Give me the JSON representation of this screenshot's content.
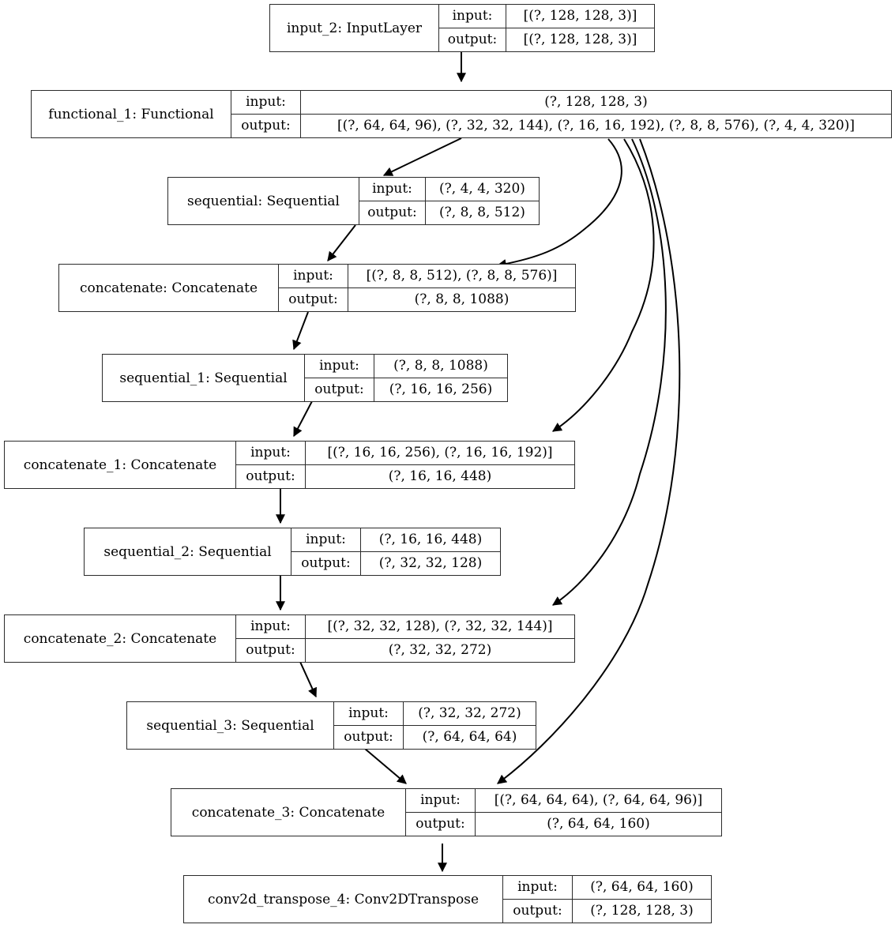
{
  "diagram": {
    "title": "Keras model architecture graph",
    "node_border_color": "#2b2b2b",
    "edge_color": "#000000",
    "background_color": "#ffffff",
    "io_keys": {
      "input": "input:",
      "output": "output:"
    },
    "nodes": [
      {
        "id": "input_2",
        "name": "input_2: InputLayer",
        "input": "[(?, 128, 128, 3)]",
        "output": "[(?, 128, 128, 3)]"
      },
      {
        "id": "functional_1",
        "name": "functional_1: Functional",
        "input": "(?, 128, 128, 3)",
        "output": "[(?, 64, 64, 96), (?, 32, 32, 144), (?, 16, 16, 192), (?, 8, 8, 576), (?, 4, 4, 320)]"
      },
      {
        "id": "sequential",
        "name": "sequential: Sequential",
        "input": "(?, 4, 4, 320)",
        "output": "(?, 8, 8, 512)"
      },
      {
        "id": "concatenate",
        "name": "concatenate: Concatenate",
        "input": "[(?, 8, 8, 512), (?, 8, 8, 576)]",
        "output": "(?, 8, 8, 1088)"
      },
      {
        "id": "sequential_1",
        "name": "sequential_1: Sequential",
        "input": "(?, 8, 8, 1088)",
        "output": "(?, 16, 16, 256)"
      },
      {
        "id": "concatenate_1",
        "name": "concatenate_1: Concatenate",
        "input": "[(?, 16, 16, 256), (?, 16, 16, 192)]",
        "output": "(?, 16, 16, 448)"
      },
      {
        "id": "sequential_2",
        "name": "sequential_2: Sequential",
        "input": "(?, 16, 16, 448)",
        "output": "(?, 32, 32, 128)"
      },
      {
        "id": "concatenate_2",
        "name": "concatenate_2: Concatenate",
        "input": "[(?, 32, 32, 128), (?, 32, 32, 144)]",
        "output": "(?, 32, 32, 272)"
      },
      {
        "id": "sequential_3",
        "name": "sequential_3: Sequential",
        "input": "(?, 32, 32, 272)",
        "output": "(?, 64, 64, 64)"
      },
      {
        "id": "concatenate_3",
        "name": "concatenate_3: Concatenate",
        "input": "[(?, 64, 64, 64), (?, 64, 64, 96)]",
        "output": "(?, 64, 64, 160)"
      },
      {
        "id": "conv2d_transpose_4",
        "name": "conv2d_transpose_4: Conv2DTranspose",
        "input": "(?, 64, 64, 160)",
        "output": "(?, 128, 128, 3)"
      }
    ],
    "edges": [
      {
        "from": "input_2",
        "to": "functional_1"
      },
      {
        "from": "functional_1",
        "to": "sequential"
      },
      {
        "from": "sequential",
        "to": "concatenate"
      },
      {
        "from": "functional_1",
        "to": "concatenate"
      },
      {
        "from": "concatenate",
        "to": "sequential_1"
      },
      {
        "from": "sequential_1",
        "to": "concatenate_1"
      },
      {
        "from": "functional_1",
        "to": "concatenate_1"
      },
      {
        "from": "concatenate_1",
        "to": "sequential_2"
      },
      {
        "from": "sequential_2",
        "to": "concatenate_2"
      },
      {
        "from": "functional_1",
        "to": "concatenate_2"
      },
      {
        "from": "concatenate_2",
        "to": "sequential_3"
      },
      {
        "from": "sequential_3",
        "to": "concatenate_3"
      },
      {
        "from": "functional_1",
        "to": "concatenate_3"
      },
      {
        "from": "concatenate_3",
        "to": "conv2d_transpose_4"
      }
    ]
  }
}
